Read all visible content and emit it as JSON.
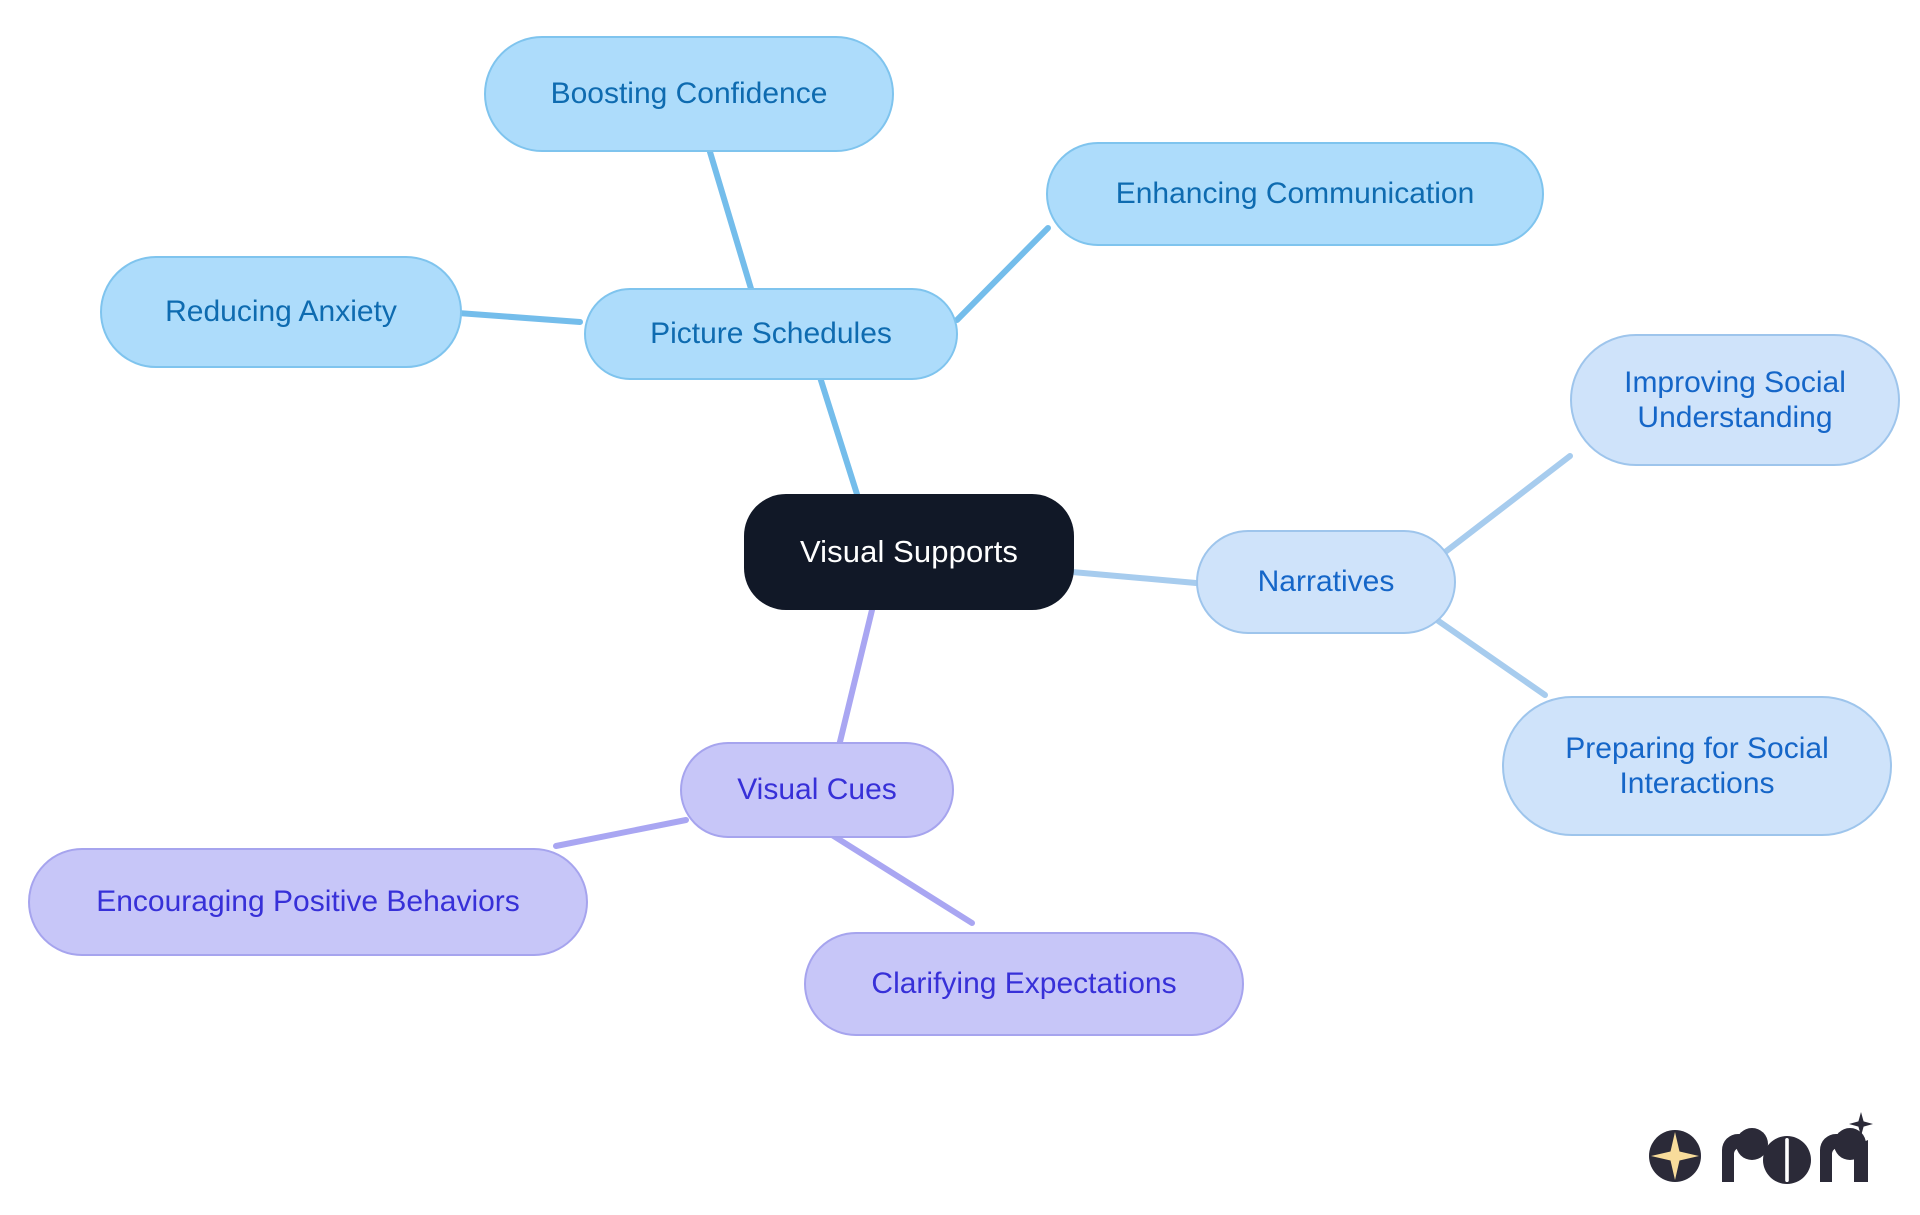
{
  "diagram": {
    "type": "mindmap",
    "title": "Visual Supports",
    "background": "#ffffff",
    "root": {
      "id": "visual-supports",
      "label": "Visual Supports",
      "fill": "#111827",
      "text_color": "#ffffff"
    },
    "branches": [
      {
        "id": "picture-schedules",
        "label": "Picture Schedules",
        "fill": "#ADDCFB",
        "border": "#7FC4EE",
        "text_color": "#0E6BB0",
        "edge_color": "#74BDEB",
        "children": [
          {
            "id": "boosting-confidence",
            "label": "Boosting Confidence"
          },
          {
            "id": "reducing-anxiety",
            "label": "Reducing Anxiety"
          },
          {
            "id": "enhancing-communication",
            "label": "Enhancing Communication"
          }
        ]
      },
      {
        "id": "narratives",
        "label": "Narratives",
        "fill": "#CFE3FA",
        "border": "#9EC5EC",
        "text_color": "#1566C8",
        "edge_color": "#A7CCEE",
        "children": [
          {
            "id": "improving-social-understanding",
            "label": "Improving Social\nUnderstanding"
          },
          {
            "id": "preparing-for-social-interactions",
            "label": "Preparing for Social\nInteractions"
          }
        ]
      },
      {
        "id": "visual-cues",
        "label": "Visual Cues",
        "fill": "#C7C6F8",
        "border": "#A6A4EE",
        "text_color": "#3730D8",
        "edge_color": "#A9A6F2",
        "children": [
          {
            "id": "encouraging-positive-behaviors",
            "label": "Encouraging Positive Behaviors"
          },
          {
            "id": "clarifying-expectations",
            "label": "Clarifying Expectations"
          }
        ]
      }
    ],
    "nodes": {
      "visual_supports": "Visual Supports",
      "picture_schedules": "Picture Schedules",
      "boosting_confidence": "Boosting Confidence",
      "reducing_anxiety": "Reducing Anxiety",
      "enhancing_communication": "Enhancing Communication",
      "narratives": "Narratives",
      "improving_social_understanding": "Improving Social\nUnderstanding",
      "preparing_for_social_interactions": "Preparing for Social\nInteractions",
      "visual_cues": "Visual Cues",
      "encouraging_positive_behaviors": "Encouraging Positive Behaviors",
      "clarifying_expectations": "Clarifying Expectations"
    }
  },
  "branding": {
    "logo_name": "rori",
    "mark_circle_color": "#2B2A38",
    "mark_star_color": "#F8DC9B",
    "wordmark_color": "#2B2A38"
  }
}
